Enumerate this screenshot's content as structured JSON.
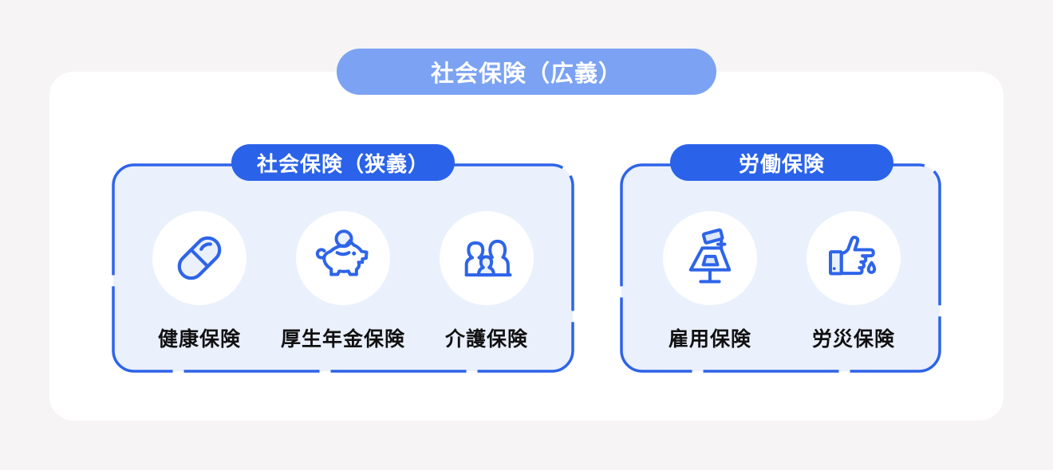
{
  "title": "社会保険（広義）",
  "colors": {
    "page_background": "#f6f4f5",
    "card_background": "#ffffff",
    "title_badge": "#7ba2f3",
    "group_badge": "#2a62e9",
    "outline_blue": "#2e64e9",
    "box_fill": "#eaf0fc",
    "icon_fill_light": "#dce8fb",
    "label_text": "#111111",
    "badge_text": "#ffffff"
  },
  "groups": [
    {
      "label": "社会保険（狭義）",
      "items": [
        {
          "label": "健康保険",
          "icon": "pill-icon"
        },
        {
          "label": "厚生年金保険",
          "icon": "piggy-bank-icon"
        },
        {
          "label": "介護保険",
          "icon": "family-icon"
        }
      ]
    },
    {
      "label": "労働保険",
      "items": [
        {
          "label": "雇用保険",
          "icon": "desk-lamp-icon"
        },
        {
          "label": "労災保険",
          "icon": "thumb-hand-drop-icon"
        }
      ]
    }
  ]
}
